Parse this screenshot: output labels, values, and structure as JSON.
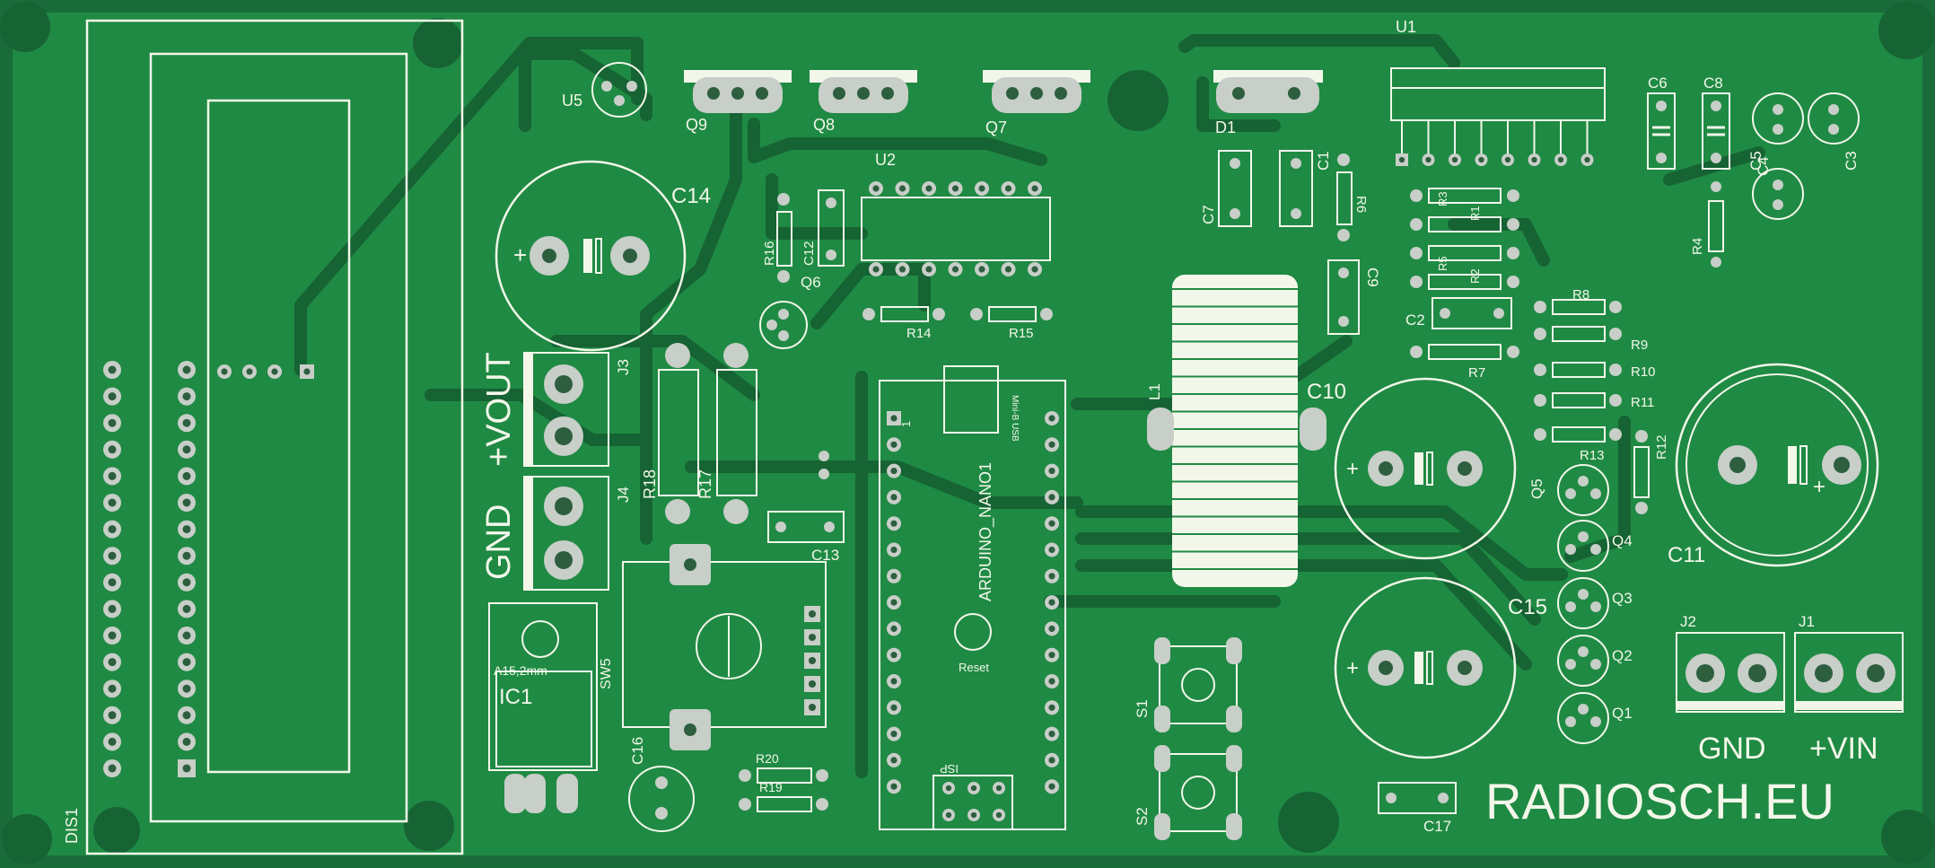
{
  "board": {
    "brand": "RADIOSCH.EU",
    "colors": {
      "substrate": "#1a6b3a",
      "copper": "#1f8a43",
      "silk": "#f3f7ea",
      "pad": "#c8cec8",
      "hole": "#2d5f3f",
      "mount": "#166334"
    }
  },
  "labels": {
    "dis1": "DIS1",
    "u5": "U5",
    "q9": "Q9",
    "q8": "Q8",
    "q7": "Q7",
    "u2": "U2",
    "d1": "D1",
    "u1": "U1",
    "c6": "C6",
    "c8": "C8",
    "c5": "C5",
    "c4": "C4",
    "c3": "C3",
    "c14": "C14",
    "c12": "C12",
    "r16": "R16",
    "q6": "Q6",
    "c7": "C7",
    "c1": "C1",
    "r6": "R6",
    "c9": "C9",
    "r3": "R3",
    "r1": "R1",
    "r5": "R5",
    "r2": "R2",
    "c2": "C2",
    "r7": "R7",
    "r4": "R4",
    "r8": "R8",
    "r9": "R9",
    "r10": "R10",
    "r11": "R11",
    "r13": "R13",
    "r12": "R12",
    "r14": "R14",
    "r15": "R15",
    "vout": "+VOUT",
    "gnd_left": "GND",
    "j3": "J3",
    "j4": "J4",
    "r18": "R18",
    "r17": "R17",
    "c13": "C13",
    "l1": "L1",
    "c10": "C10",
    "c11": "C11",
    "q5": "Q5",
    "q4": "Q4",
    "q3": "Q3",
    "q2": "Q2",
    "q1": "Q1",
    "c15": "C15",
    "j2": "J2",
    "j1": "J1",
    "gnd_right": "GND",
    "vin": "+VIN",
    "a15": "A15,2mm",
    "ic1": "IC1",
    "sw5": "SW5",
    "c16": "C16",
    "r20": "R20",
    "r19": "R19",
    "s1": "S1",
    "s2": "S2",
    "c17": "C17",
    "nano": "ARDUINO_NANO1",
    "mini_usb": "Mini-B USB",
    "pin1": "1",
    "reset": "Reset",
    "isp": "ISP"
  }
}
